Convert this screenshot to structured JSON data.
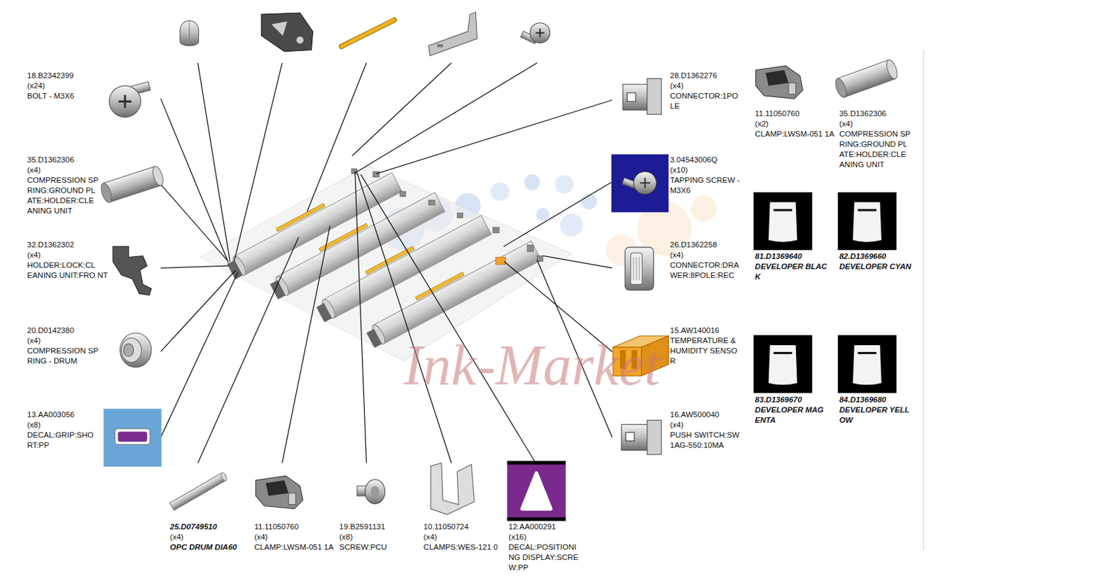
{
  "diagram": {
    "labels": [
      "18.B2342399",
      "(x24)",
      "BOLT - M3X6",
      "35.D1362306",
      "(x4)",
      "COMPRESSION SP RING:GROUND PL ATE:HOLDER:CLE ANING UNIT",
      "32.D1362302",
      "(x4)",
      "HOLDER:LOCK:CL EANING UNIT:FRO NT",
      "20.D0142380",
      "(x4)",
      "COMPRESSION SP RING - DRUM",
      "13.AA003056",
      "(x8)",
      "DECAL:GRIP:SHO RT:PP",
      "25.D0749510",
      "(x4)",
      "OPC DRUM DIA60",
      "11.11050760",
      "(x4)",
      "CLAMP:LWSM-051 1A",
      "19.B2591131",
      "(x8)",
      "SCREW:PCU",
      "10.11050724",
      "(x4)",
      "CLAMPS:WES-121 0",
      "12.AA000291",
      "(x16)",
      "DECAL:POSITIONI NG DISPLAY:SCRE W:PP",
      "28.D1362276",
      "(x4)",
      "CONNECTOR:1PO LE",
      "3.04543006Q",
      "(x10)",
      "TAPPING SCREW - M3X6",
      "26.D1362258",
      "(x4)",
      "CONNECTOR:DRA WER:8POLE:REC",
      "15.AW140016",
      "TEMPERATURE & HUMIDITY SENSO R",
      "16.AW500040",
      "(x4)",
      "PUSH SWITCH:SW 1AG-550:10MA",
      "11.11050760",
      "(x2)",
      "CLAMP:LWSM-051 1A",
      "35.D1362306",
      "(x4)",
      "COMPRESSION SP RING:GROUND PL ATE:HOLDER:CLE ANING UNIT",
      "81.D1369640",
      "DEVELOPER BLAC K",
      "82.D1369660",
      "DEVELOPER CYAN",
      "83.D1369670",
      "DEVELOPER MAG ENTA",
      "84.D1369680",
      "DEVELOPER YELL OW",
      "Ink-Market"
    ]
  }
}
